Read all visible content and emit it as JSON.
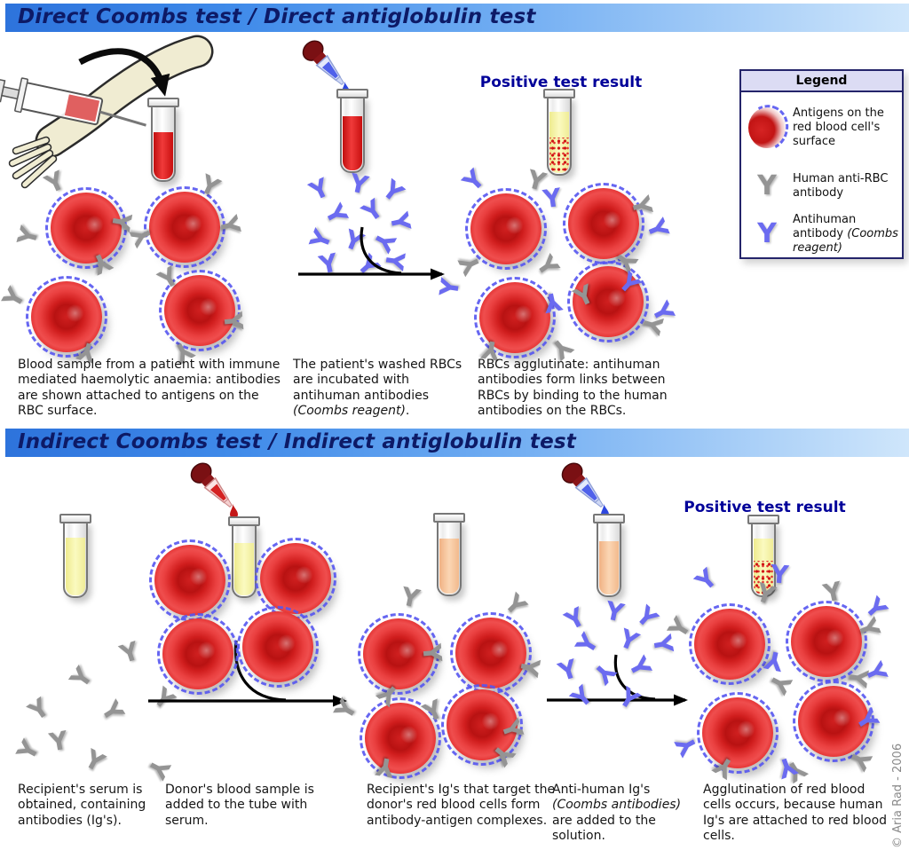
{
  "banners": {
    "direct": "Direct Coombs test / Direct antiglobulin test",
    "indirect": "Indirect Coombs test / Indirect antiglobulin test"
  },
  "labels": {
    "positive_direct": "Positive test result",
    "positive_indirect": "Positive test result"
  },
  "legend": {
    "title": "Legend",
    "item1": "Antigens on the red blood cell's surface",
    "item2": "Human anti-RBC antibody",
    "item3_pre": "Antihuman antibody ",
    "item3_italic": "(Coombs reagent)"
  },
  "captions": {
    "direct1": "Blood sample from a patient with immune mediated haemolytic anaemia: antibodies are shown attached to antigens on the RBC surface.",
    "direct2_pre": "The patient's washed RBCs are incubated with antihuman antibodies ",
    "direct2_italic": "(Coombs reagent)",
    "direct2_post": ".",
    "direct3": "RBCs agglutinate: antihuman antibodies form links between RBCs by binding to the human antibodies on the RBCs.",
    "indirect1": "Recipient's serum is obtained, containing antibodies (Ig's).",
    "indirect2": "Donor's blood sample is added to the tube with serum.",
    "indirect3": "Recipient's Ig's that target the donor's red blood cells form antibody-antigen complexes.",
    "indirect4_pre": "Anti-human Ig's ",
    "indirect4_italic": "(Coombs antibodies)",
    "indirect4_post": " are added to the solution.",
    "indirect5": "Agglutination of red blood cells occurs, because human Ig's are attached to red blood cells."
  },
  "glyphs": {
    "antibody": "Y"
  },
  "copyright": "© Aria Rad - 2006",
  "colors": {
    "banner_text": "#0d1a66",
    "banner_blue": "#3f8ae9",
    "positive_text": "#000099",
    "rbc_red": "#d42020",
    "antigen_blue": "#5656f0",
    "human_antibody_gray": "#949494",
    "antihuman_antibody_blue": "#6b6bf0",
    "blood_red": "#e01414",
    "serum_yellow": "#f8f7a8",
    "mixture_peach": "#f7c9a4",
    "arm_skin": "#f0ecd2"
  }
}
